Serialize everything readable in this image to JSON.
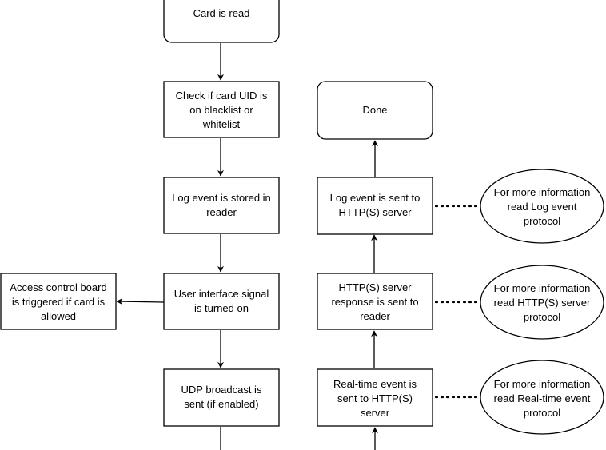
{
  "nodes": {
    "card_read": {
      "lines": [
        "Card is read"
      ]
    },
    "check_uid": {
      "lines": [
        "Check if card UID is",
        "on blacklist or",
        "whitelist"
      ]
    },
    "log_stored": {
      "lines": [
        "Log event is stored in",
        "reader"
      ]
    },
    "ui_signal": {
      "lines": [
        "User interface signal",
        "is turned on"
      ]
    },
    "udp_broadcast": {
      "lines": [
        "UDP broadcast is",
        "sent (if enabled)"
      ]
    },
    "access_control": {
      "lines": [
        "Access control board",
        "is triggered if card is",
        "allowed"
      ]
    },
    "done": {
      "lines": [
        "Done"
      ]
    },
    "log_sent": {
      "lines": [
        "Log event is sent to",
        "HTTP(S) server"
      ]
    },
    "http_response": {
      "lines": [
        "HTTP(S) server",
        "response is sent to",
        "reader"
      ]
    },
    "realtime_sent": {
      "lines": [
        "Real-time event is",
        "sent to HTTP(S)",
        "server"
      ]
    },
    "note_log": {
      "lines": [
        "For more information",
        "read Log event",
        "protocol"
      ]
    },
    "note_http": {
      "lines": [
        "For more information",
        "read HTTP(S) server",
        "protocol"
      ]
    },
    "note_realtime": {
      "lines": [
        "For more information",
        "read Real-time event",
        "protocol"
      ]
    }
  },
  "colors": {
    "stroke": "#000000",
    "fill": "#ffffff",
    "text": "#000000"
  }
}
